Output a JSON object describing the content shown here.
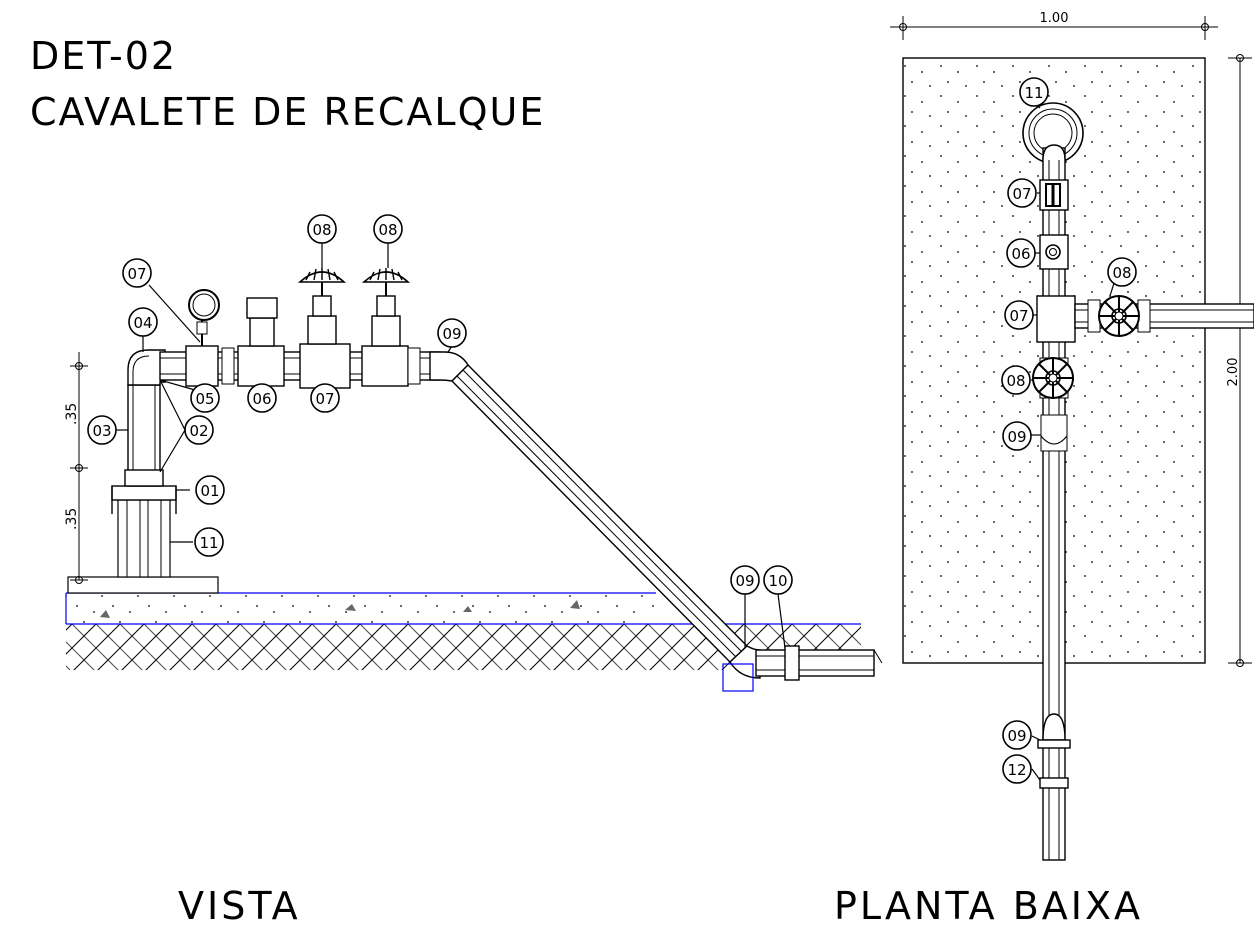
{
  "title": {
    "line1": "DET-02",
    "line2": "CAVALETE DE RECALQUE"
  },
  "captions": {
    "vista": "VISTA",
    "planta": "PLANTA BAIXA"
  },
  "dimensions": {
    "vista_upper": ".35",
    "vista_lower": ".35",
    "planta_width": "1.00",
    "planta_height": "2.00"
  },
  "labels_vista": [
    "07",
    "04",
    "03",
    "05",
    "06",
    "07",
    "02",
    "01",
    "11",
    "08",
    "08",
    "09",
    "09",
    "10"
  ],
  "labels_planta": [
    "11",
    "07",
    "06",
    "07",
    "08",
    "08",
    "09",
    "09",
    "12"
  ],
  "colors": {
    "line": "#000000",
    "slab_outline": "#0000ff"
  }
}
